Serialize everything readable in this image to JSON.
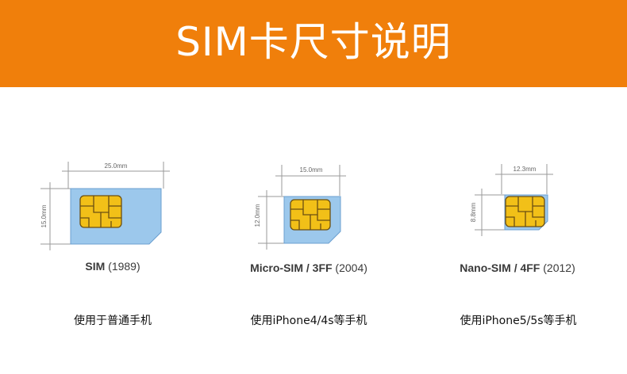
{
  "header": {
    "title": "SIM卡尺寸说明"
  },
  "colors": {
    "banner": "#f07f0b",
    "card_fill": "#9cc8ec",
    "card_stroke": "#6b9fd0",
    "chip_fill": "#f2c018",
    "chip_stroke": "#6b4f12",
    "dim_line": "#9a9a9a"
  },
  "cards": [
    {
      "width_label": "25.0mm",
      "height_label": "15.0mm",
      "name": "SIM",
      "year": " (1989)",
      "caption": "使用于普通手机"
    },
    {
      "width_label": "15.0mm",
      "height_label": "12.0mm",
      "name": "Micro-SIM / 3FF",
      "year": " (2004)",
      "caption": "使用iPhone4/4s等手机"
    },
    {
      "width_label": "12.3mm",
      "height_label": "8.8mm",
      "name": "Nano-SIM / 4FF",
      "year": " (2012)",
      "caption": "使用iPhone5/5s等手机"
    }
  ]
}
